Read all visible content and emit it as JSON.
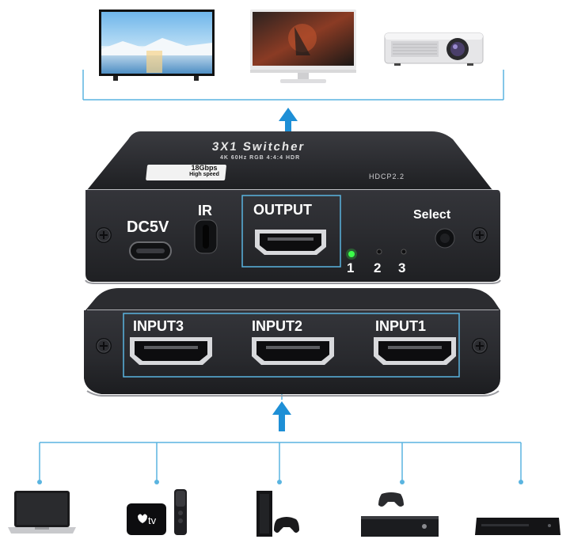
{
  "switcher": {
    "top_title": "3X1 Switcher",
    "top_subtitle": "4K 60Hz RGB 4:4:4 HDR",
    "badge_line1": "18Gbps",
    "badge_line2": "High speed",
    "hdcp": "HDCP2.2",
    "power_label": "DC5V",
    "ir_label": "IR",
    "output_label": "OUTPUT",
    "select_label": "Select",
    "leds": [
      "1",
      "2",
      "3"
    ],
    "inputs": [
      "INPUT3",
      "INPUT2",
      "INPUT1"
    ]
  },
  "apple_tv_text": "tv",
  "colors": {
    "connector_line": "#5ab4e0",
    "arrow": "#1e8fd6",
    "device_body": "#2c2d31",
    "led_active": "#3cff4a"
  }
}
